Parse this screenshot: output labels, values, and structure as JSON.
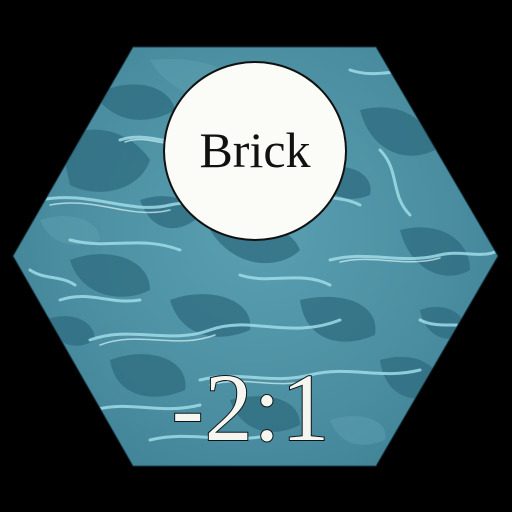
{
  "tile": {
    "terrain": "water",
    "icon": "water-texture",
    "colors": {
      "background": "#000000",
      "water_base": "#4a8da0",
      "water_dark": "#2f6c80",
      "water_light": "#8fd3e0",
      "badge_fill": "#fbfcf8",
      "text": "#111111"
    }
  },
  "port": {
    "resource": "Brick",
    "ratio": "-2:1"
  }
}
